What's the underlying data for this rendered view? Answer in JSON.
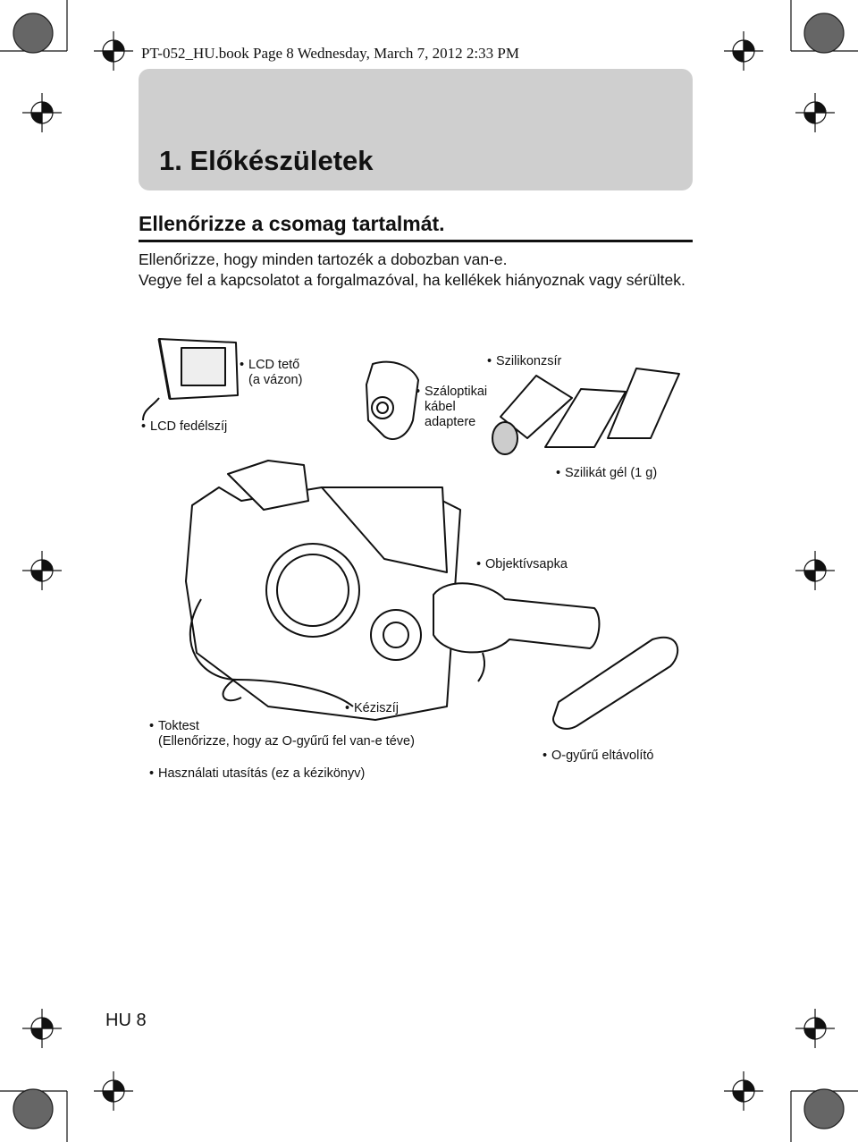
{
  "print_header": "PT-052_HU.book  Page 8  Wednesday, March 7, 2012  2:33 PM",
  "chapter_title": "1. Előkészületek",
  "section_heading": "Ellenőrizze a csomag tartalmát.",
  "intro_lines": [
    "Ellenőrizze, hogy minden tartozék a dobozban van-e.",
    "Vegye fel a kapcsolatot a forgalmazóval, ha kellékek hiányoznak vagy sérültek."
  ],
  "labels": {
    "lcd_cover": [
      "LCD tető",
      "(a vázon)"
    ],
    "lcd_strap": "LCD fedélszíj",
    "fiber_adapter": [
      "Száloptikai",
      "kábel",
      "adaptere"
    ],
    "silicone_grease": "Szilikonzsír",
    "silica_gel": "Szilikát gél (1 g)",
    "lens_cap": "Objektívsapka",
    "hand_strap": "Kéziszíj",
    "case": [
      "Toktest",
      "(Ellenőrizze, hogy az O-gyűrű fel van-e téve)"
    ],
    "manual": "Használati utasítás (ez a kézikönyv)",
    "oring_remover": "O-gyűrű eltávolító"
  },
  "page_number": "HU 8",
  "bullet": "•"
}
